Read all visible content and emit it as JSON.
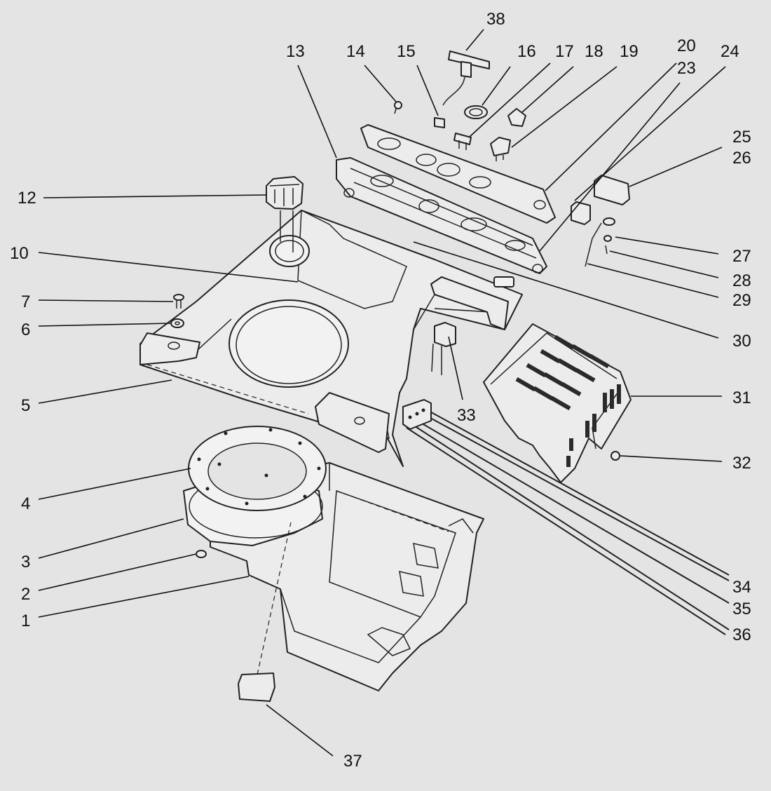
{
  "diagram": {
    "callouts": [
      "1",
      "2",
      "3",
      "4",
      "5",
      "6",
      "7",
      "10",
      "12",
      "13",
      "14",
      "15",
      "16",
      "17",
      "18",
      "19",
      "20",
      "23",
      "24",
      "25",
      "26",
      "27",
      "28",
      "29",
      "30",
      "31",
      "32",
      "33",
      "34",
      "35",
      "36",
      "37",
      "38"
    ]
  },
  "colors": {
    "background": "#e4e4e4",
    "line": "#222222",
    "part_fill": "#ececec"
  }
}
